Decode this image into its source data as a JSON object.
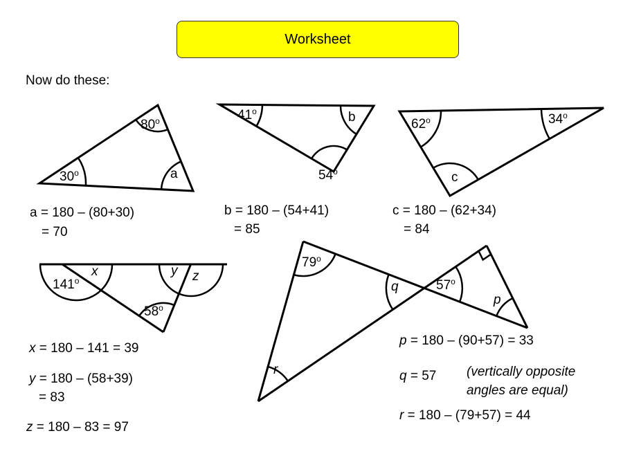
{
  "title": "Worksheet",
  "instruction": "Now do these:",
  "degree_mark": "o",
  "colors": {
    "title_bg": "#ffff00"
  },
  "diagrams": {
    "t1": {
      "angle1": "80",
      "angle2": "30",
      "unknown": "a"
    },
    "t2": {
      "angle1": "41",
      "angle2": "54",
      "unknown": "b"
    },
    "t3": {
      "angle1": "62",
      "angle2": "34",
      "unknown": "c"
    },
    "t4": {
      "angle1": "141",
      "angle2": "58",
      "x": "x",
      "y": "y",
      "z": "z"
    },
    "t5": {
      "angle1": "79",
      "angle2": "57",
      "p": "p",
      "q": "q",
      "r": "r"
    }
  },
  "answers": {
    "a_line1": "a = 180 – (80+30)",
    "a_line2": "= 70",
    "b_line1": "b = 180 – (54+41)",
    "b_line2": "= 85",
    "c_line1": "c = 180 – (62+34)",
    "c_line2": "= 84",
    "x_var": "x",
    "x_rest": " = 180 – 141 = 39",
    "y_var": "y",
    "y_rest": " = 180 – (58+39)",
    "y_line2": "= 83",
    "z_var": "z",
    "z_rest": " = 180 – 83 = 97",
    "p_var": "p",
    "p_rest": " = 180 – (90+57) = 33",
    "q_var": "q",
    "q_rest": " = 57",
    "q_note1": "(vertically opposite",
    "q_note2": "angles are equal)",
    "r_var": "r",
    "r_rest": " = 180 – (79+57) = 44"
  }
}
